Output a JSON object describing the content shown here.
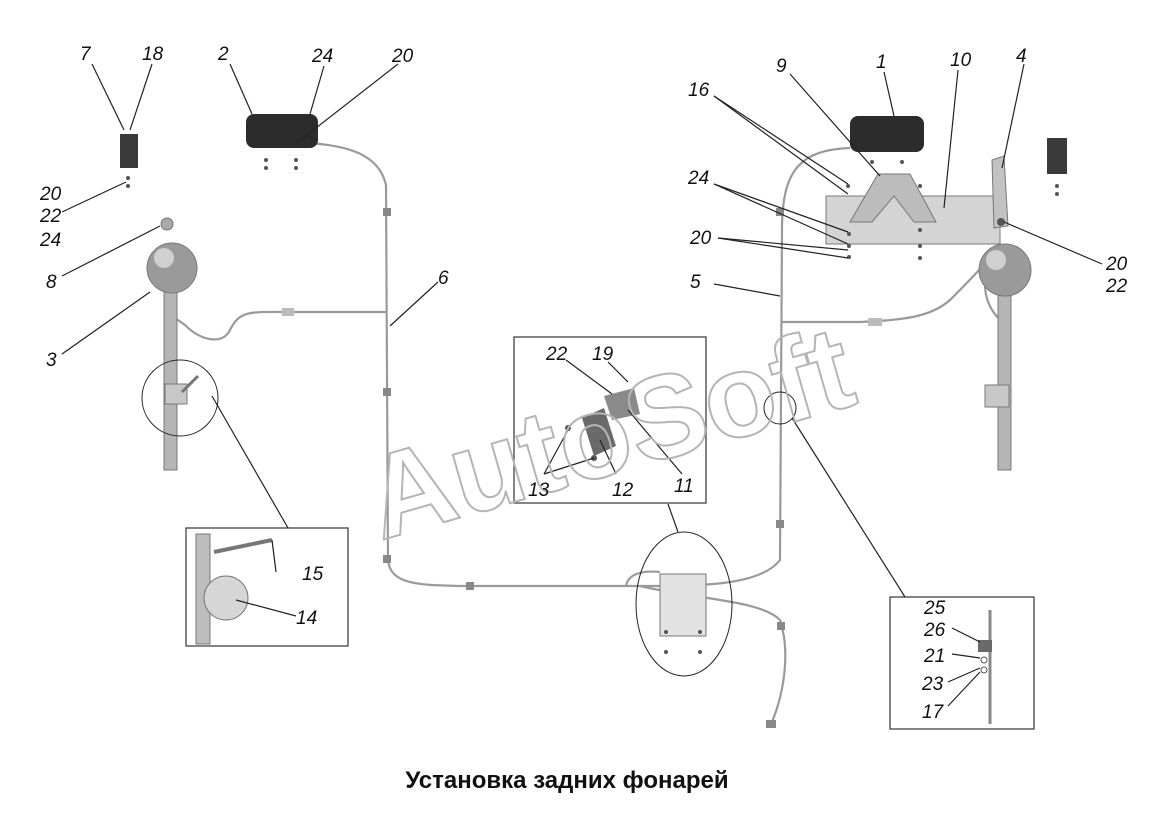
{
  "title": "Установка задних фонарей",
  "watermark": "AutoSoft",
  "colors": {
    "ink": "#111111",
    "part_dark": "#2c2c2c",
    "part_light": "#d4d4d4",
    "wire": "#9a9a9a",
    "watermark": "#b5b5b5"
  },
  "callouts": {
    "c1": "1",
    "c2": "2",
    "c3": "3",
    "c4": "4",
    "c5": "5",
    "c6": "6",
    "c7": "7",
    "c8": "8",
    "c9": "9",
    "c10": "10",
    "c11": "11",
    "c12": "12",
    "c13": "13",
    "c14": "14",
    "c15": "15",
    "c16": "16",
    "c17": "17",
    "c18": "18",
    "c19": "19",
    "c20": "20",
    "c21": "21",
    "c22": "22",
    "c23": "23",
    "c24": "24",
    "c25": "25",
    "c26": "26"
  }
}
